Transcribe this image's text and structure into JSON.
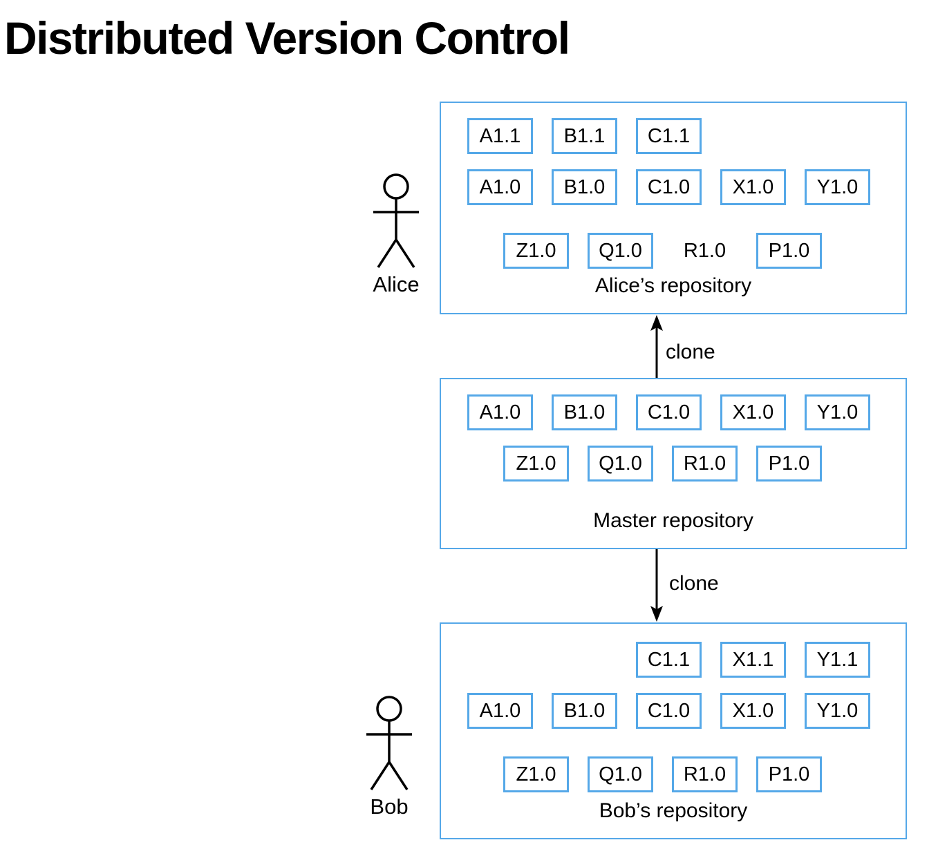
{
  "title": "Distributed Version Control",
  "colors": {
    "accent_blue": "#55a8e8",
    "text": "#000000",
    "background": "#ffffff"
  },
  "actors": [
    {
      "name": "alice",
      "label": "Alice"
    },
    {
      "name": "bob",
      "label": "Bob"
    }
  ],
  "repositories": [
    {
      "id": "alice",
      "caption": "Alice’s repository",
      "rows": [
        [
          {
            "label": "A1.1",
            "boxed": true,
            "col": 0
          },
          {
            "label": "B1.1",
            "boxed": true,
            "col": 1
          },
          {
            "label": "C1.1",
            "boxed": true,
            "col": 2
          }
        ],
        [
          {
            "label": "A1.0",
            "boxed": true,
            "col": 0
          },
          {
            "label": "B1.0",
            "boxed": true,
            "col": 1
          },
          {
            "label": "C1.0",
            "boxed": true,
            "col": 2
          },
          {
            "label": "X1.0",
            "boxed": true,
            "col": 3
          },
          {
            "label": "Y1.0",
            "boxed": true,
            "col": 4
          }
        ],
        [
          {
            "label": "Z1.0",
            "boxed": true,
            "col": 0
          },
          {
            "label": "Q1.0",
            "boxed": true,
            "col": 1
          },
          {
            "label": "R1.0",
            "boxed": false,
            "col": 2
          },
          {
            "label": "P1.0",
            "boxed": true,
            "col": 3
          }
        ]
      ]
    },
    {
      "id": "master",
      "caption": "Master repository",
      "rows": [
        [
          {
            "label": "A1.0",
            "boxed": true,
            "col": 0
          },
          {
            "label": "B1.0",
            "boxed": true,
            "col": 1
          },
          {
            "label": "C1.0",
            "boxed": true,
            "col": 2
          },
          {
            "label": "X1.0",
            "boxed": true,
            "col": 3
          },
          {
            "label": "Y1.0",
            "boxed": true,
            "col": 4
          }
        ],
        [
          {
            "label": "Z1.0",
            "boxed": true,
            "col": 0
          },
          {
            "label": "Q1.0",
            "boxed": true,
            "col": 1
          },
          {
            "label": "R1.0",
            "boxed": true,
            "col": 2
          },
          {
            "label": "P1.0",
            "boxed": true,
            "col": 3
          }
        ]
      ]
    },
    {
      "id": "bob",
      "caption": "Bob’s repository",
      "rows": [
        [
          {
            "label": "C1.1",
            "boxed": true,
            "col": 2
          },
          {
            "label": "X1.1",
            "boxed": true,
            "col": 3
          },
          {
            "label": "Y1.1",
            "boxed": true,
            "col": 4
          }
        ],
        [
          {
            "label": "A1.0",
            "boxed": true,
            "col": 0
          },
          {
            "label": "B1.0",
            "boxed": true,
            "col": 1
          },
          {
            "label": "C1.0",
            "boxed": true,
            "col": 2
          },
          {
            "label": "X1.0",
            "boxed": true,
            "col": 3
          },
          {
            "label": "Y1.0",
            "boxed": true,
            "col": 4
          }
        ],
        [
          {
            "label": "Z1.0",
            "boxed": true,
            "col": 0
          },
          {
            "label": "Q1.0",
            "boxed": true,
            "col": 1
          },
          {
            "label": "R1.0",
            "boxed": true,
            "col": 2
          },
          {
            "label": "P1.0",
            "boxed": true,
            "col": 3
          }
        ]
      ]
    }
  ],
  "arrows": [
    {
      "id": "clone-master-to-alice",
      "label": "clone",
      "direction": "up",
      "from": "master",
      "to": "alice"
    },
    {
      "id": "clone-master-to-bob",
      "label": "clone",
      "direction": "down",
      "from": "master",
      "to": "bob"
    }
  ]
}
